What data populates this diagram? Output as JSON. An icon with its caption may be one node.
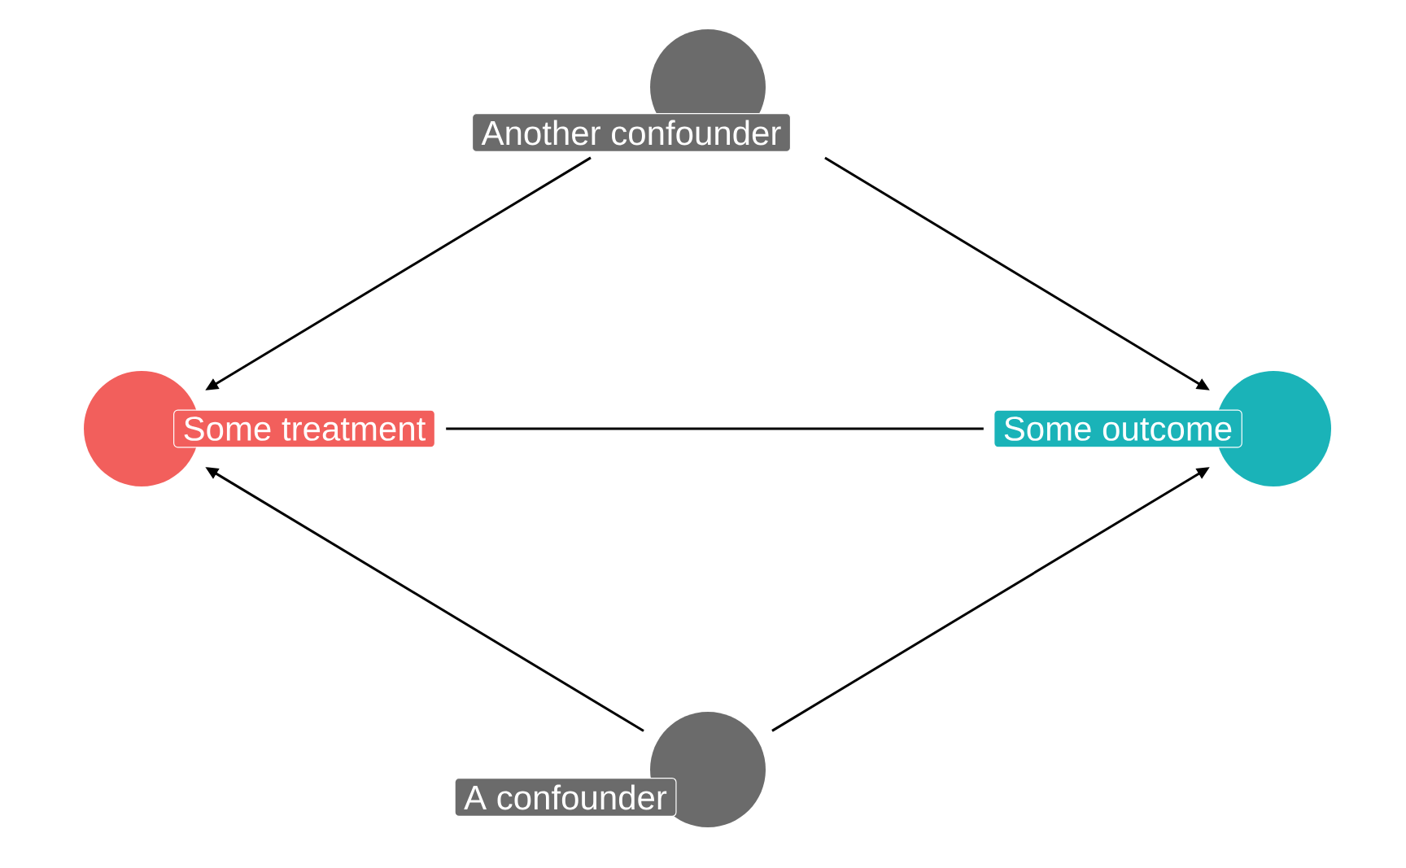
{
  "diagram": {
    "nodes": [
      {
        "text": [
          "Another confounder"
        ]
      },
      {
        "text": [
          "Some treatment"
        ]
      },
      {
        "text": [
          "Some outcome"
        ]
      },
      {
        "text": [
          "A confounder"
        ]
      }
    ],
    "edges": [
      {
        "from": 0,
        "to": 1,
        "arrow": "to"
      },
      {
        "from": 0,
        "to": 2,
        "arrow": "to"
      },
      {
        "from": 1,
        "to": 2,
        "arrow": "none"
      },
      {
        "from": 3,
        "to": 1,
        "arrow": "to"
      },
      {
        "from": 3,
        "to": 2,
        "arrow": "to"
      }
    ]
  }
}
